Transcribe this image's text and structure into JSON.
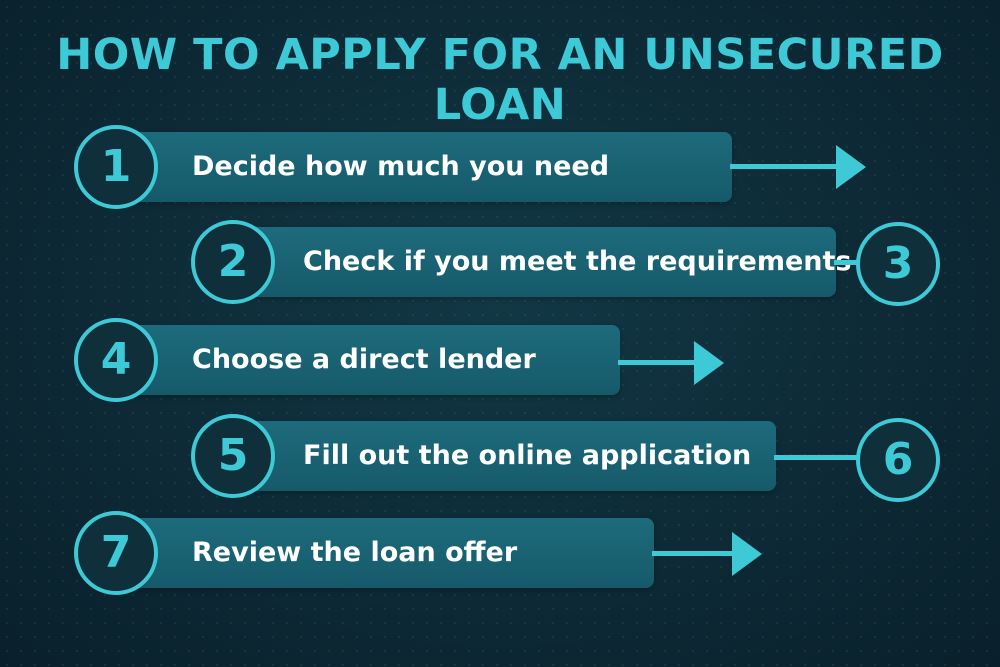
{
  "title": "HOW TO APPLY FOR AN UNSECURED LOAN",
  "steps": [
    {
      "number": "1",
      "label": "Decide how much you need"
    },
    {
      "number": "2",
      "label": "Check if you meet the requirements"
    },
    {
      "number": "3",
      "label": ""
    },
    {
      "number": "4",
      "label": "Choose a direct lender"
    },
    {
      "number": "5",
      "label": "Fill out the online application"
    },
    {
      "number": "6",
      "label": ""
    },
    {
      "number": "7",
      "label": "Review the loan offer"
    }
  ],
  "colors": {
    "accent": "#3ec9d6",
    "bar": "#1d6b7c",
    "background": "#0d2a36",
    "text": "#ffffff"
  }
}
